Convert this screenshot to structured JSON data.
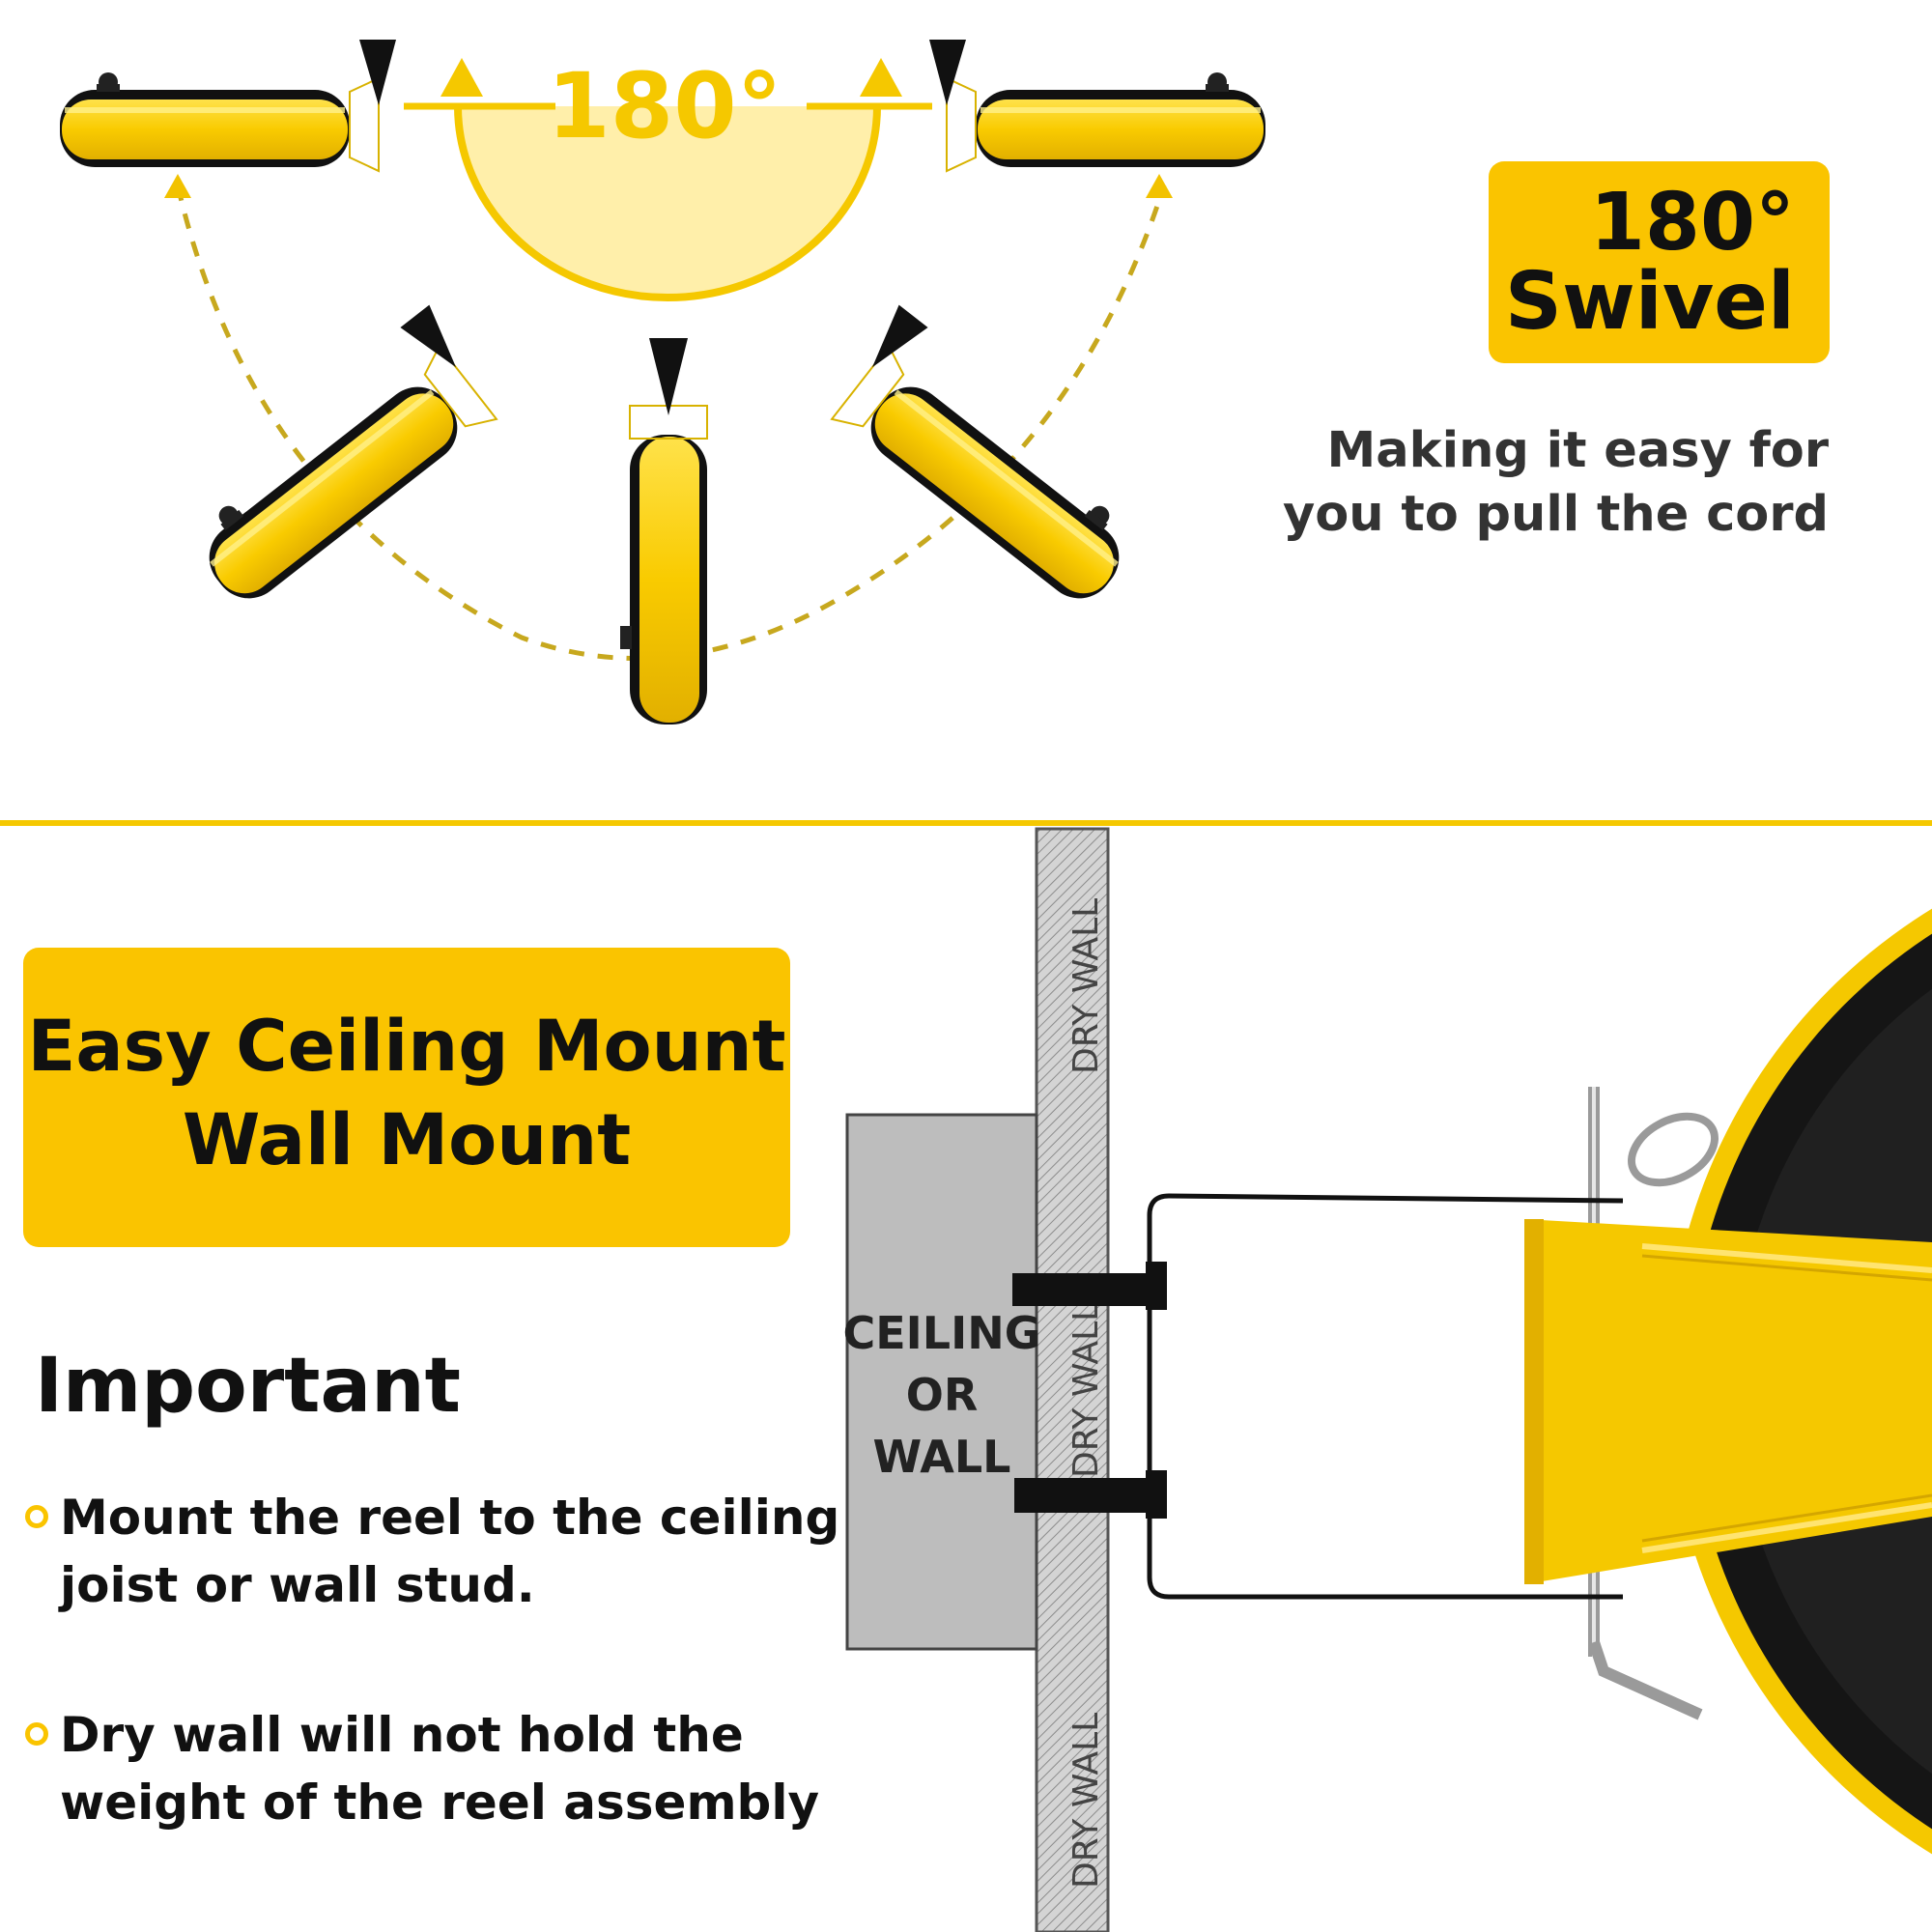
{
  "colors": {
    "accent": "#FAC400",
    "dark": "#111111",
    "wall_gray": "#BDBDBD"
  },
  "swivel": {
    "angle_label": "180°",
    "badge_line1": "180°",
    "badge_line2": "Swivel",
    "desc_line1": "Making it easy for",
    "desc_line2": "you to pull the cord"
  },
  "mount": {
    "title_line1": "Easy Ceiling Mount",
    "title_line2": "Wall Mount",
    "important_heading": "Important",
    "bullets": [
      {
        "line1": "Mount the reel to the ceiling",
        "line2": "joist or wall stud."
      },
      {
        "line1": "Dry wall will not hold the",
        "line2": "weight of the reel assembly"
      }
    ]
  },
  "diagram": {
    "drywall_label": "DRY WALL",
    "block_line1": "CEILING",
    "block_line2": "OR",
    "block_line3": "WALL"
  }
}
